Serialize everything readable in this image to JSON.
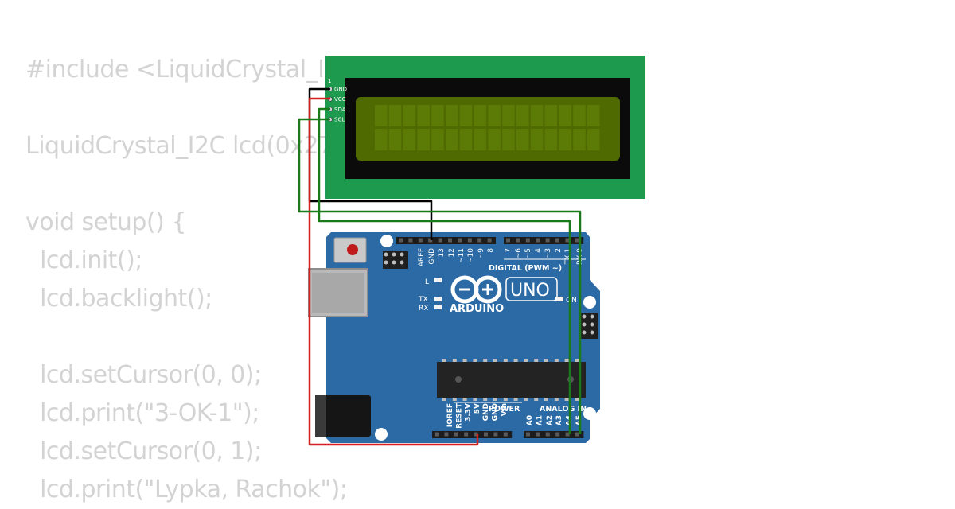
{
  "code": {
    "lines": [
      "#include <LiquidCrystal_I2C.h>",
      "",
      "LiquidCrystal_I2C lcd(0x27, 16, 2);",
      "",
      "void setup() {",
      "  lcd.init();",
      "  lcd.backlight();",
      "",
      "  lcd.setCursor(0, 0);",
      "  lcd.print(\"3-OK-1\");",
      "  lcd.setCursor(0, 1);",
      "  lcd.print(\"Lypka, Rachok\");"
    ]
  },
  "lcd": {
    "pin_number": "1",
    "pins": [
      "GND",
      "VCC",
      "SDA",
      "SCL"
    ],
    "board_color": "#1e9a4e",
    "screen_color": "#4f6a00"
  },
  "arduino": {
    "brand": "ARDUINO",
    "model": "UNO",
    "board_color": "#2b6aa5",
    "digital_label": "DIGITAL (PWM ~)",
    "top_pins": [
      "AREF",
      "GND",
      "13",
      "12",
      "~11",
      "~10",
      "~9",
      "8",
      "7",
      "~6",
      "~5",
      "4",
      "~3",
      "2",
      "TX 1",
      "RX 0"
    ],
    "led_l": "L",
    "led_tx": "TX",
    "led_rx": "RX",
    "led_on": "ON",
    "power_label": "POWER",
    "analog_label": "ANALOG IN",
    "power_pins": [
      "IOREF",
      "RESET",
      "3.3V",
      "5V",
      "GND",
      "GND",
      "Vin"
    ],
    "analog_pins": [
      "A0",
      "A1",
      "A2",
      "A3",
      "A4",
      "A5"
    ]
  },
  "wires": {
    "gnd_color": "#000000",
    "vcc_color": "#d62020",
    "signal_color": "#1a7a1a"
  }
}
